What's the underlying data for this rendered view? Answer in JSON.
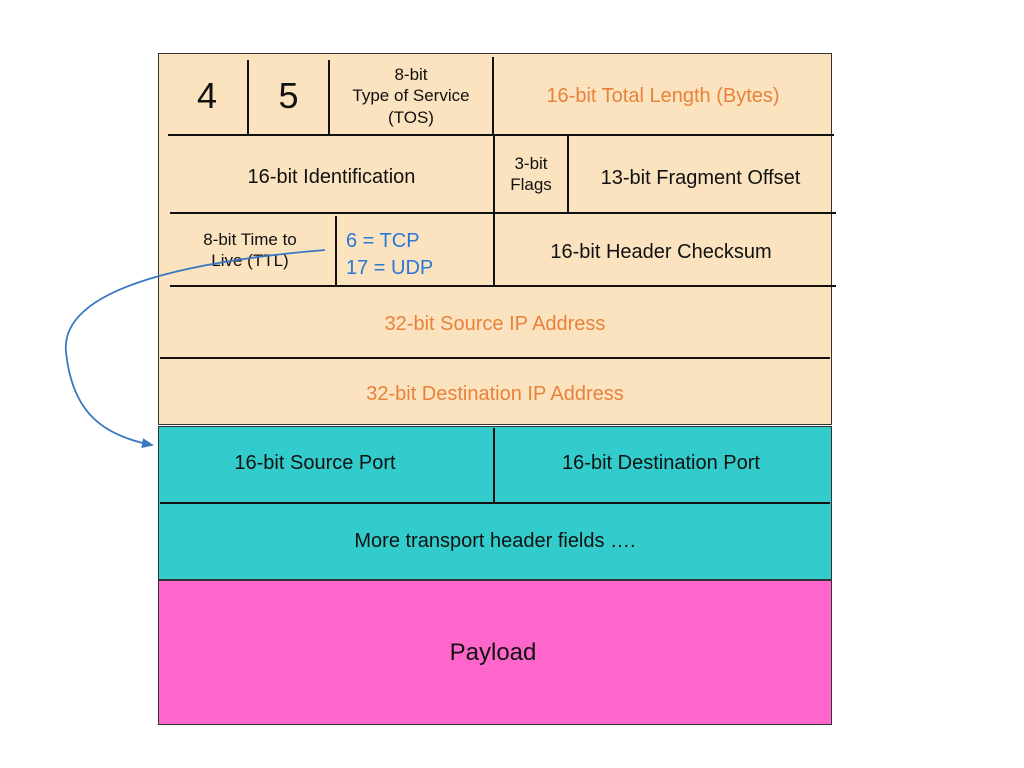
{
  "ip_header": {
    "version": "4",
    "ihl": "5",
    "tos": "8-bit\nType of Service\n(TOS)",
    "total_length": "16-bit Total Length (Bytes)",
    "identification": "16-bit Identification",
    "flags": "3-bit\nFlags",
    "fragment_offset": "13-bit Fragment Offset",
    "ttl": "8-bit Time to\nLive (TTL)",
    "protocol_tcp": "6 = TCP",
    "protocol_udp": "17 = UDP",
    "checksum": "16-bit Header Checksum",
    "source_ip": "32-bit Source IP Address",
    "destination_ip": "32-bit Destination IP Address"
  },
  "transport_header": {
    "source_port": "16-bit Source Port",
    "destination_port": "16-bit Destination Port",
    "more_fields": "More transport header fields …."
  },
  "payload": {
    "label": "Payload"
  },
  "colors": {
    "ip_fill": "#fbe3bf",
    "transport_fill": "#33cccc",
    "payload_fill": "#ff66cc",
    "highlight_orange": "#e8823a",
    "protocol_blue": "#2878d8",
    "arrow": "#3a78c2"
  }
}
